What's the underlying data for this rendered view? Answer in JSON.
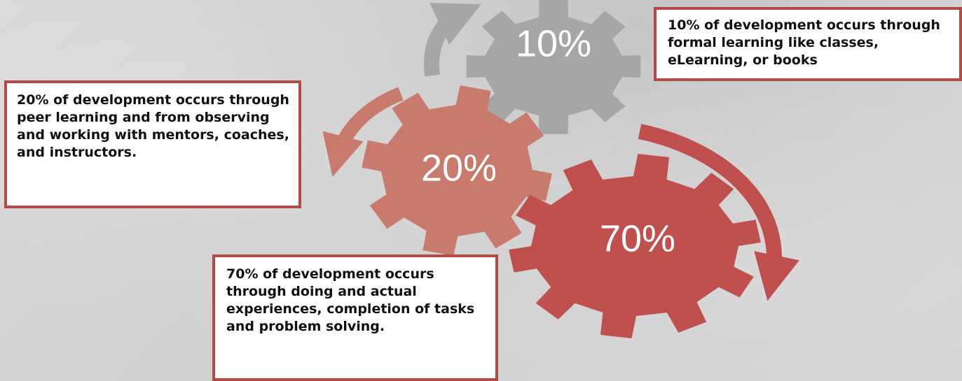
{
  "gears": {
    "gear_10": {
      "label": "10%",
      "color": "#a6a6a6"
    },
    "gear_20": {
      "label": "20%",
      "color": "#c87a6c"
    },
    "gear_70": {
      "label": "70%",
      "color": "#c0504d"
    }
  },
  "arrows": {
    "arrow_grey": {
      "color": "#a6a6a6"
    },
    "arrow_salmon": {
      "color": "#c87a6c"
    },
    "arrow_red": {
      "color": "#c0504d"
    }
  },
  "callouts": {
    "formal": "10% of development occurs through formal learning like classes, eLearning, or books",
    "social": "20% of development occurs through peer learning and from observing and working with mentors, coaches, and instructors.",
    "experiential": "70% of development occurs through doing and actual experiences, completion of tasks and problem solving."
  },
  "colors": {
    "callout_border": "#b34a46",
    "background": "#d2d2d2"
  }
}
